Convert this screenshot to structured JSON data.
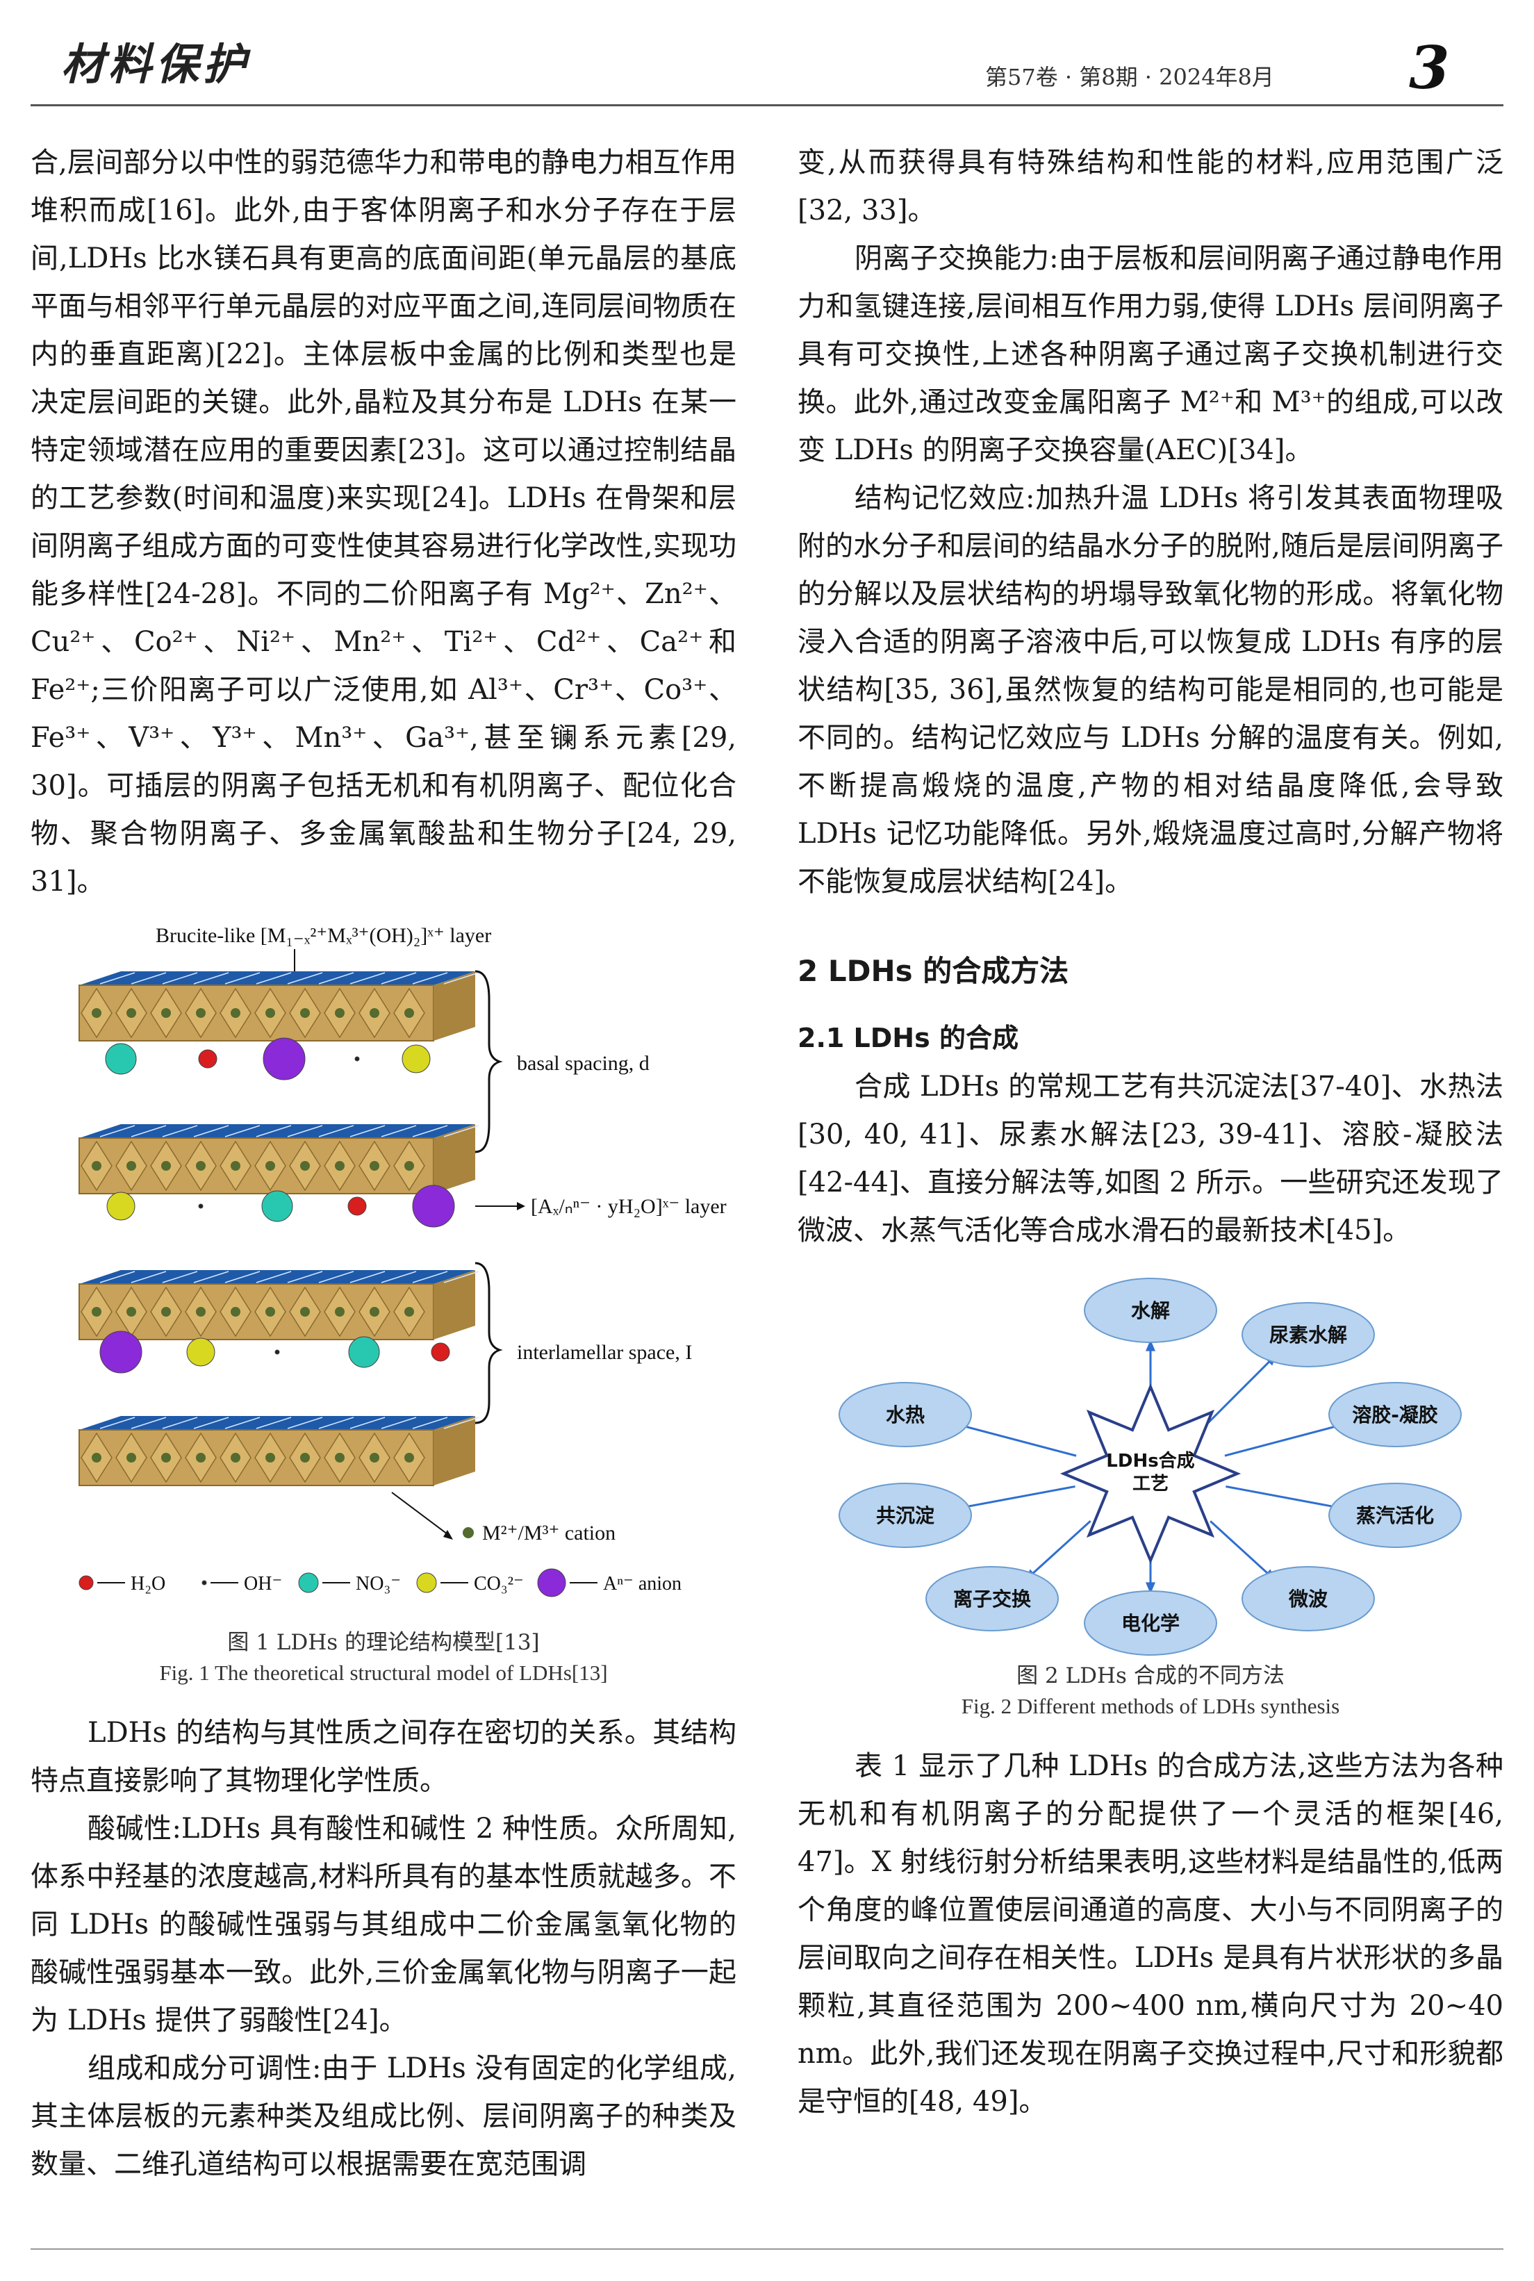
{
  "header": {
    "journal_logo": "材料保护",
    "issue": "第57卷 · 第8期 · 2024年8月",
    "page_number": "3"
  },
  "left": {
    "p1": "合,层间部分以中性的弱范德华力和带电的静电力相互作用堆积而成[16]。此外,由于客体阴离子和水分子存在于层间,LDHs 比水镁石具有更高的底面间距(单元晶层的基底平面与相邻平行单元晶层的对应平面之间,连同层间物质在内的垂直距离)[22]。主体层板中金属的比例和类型也是决定层间距的关键。此外,晶粒及其分布是 LDHs 在某一特定领域潜在应用的重要因素[23]。这可以通过控制结晶的工艺参数(时间和温度)来实现[24]。LDHs 在骨架和层间阴离子组成方面的可变性使其容易进行化学改性,实现功能多样性[24-28]。不同的二价阳离子有 Mg²⁺、Zn²⁺、Cu²⁺、Co²⁺、Ni²⁺、Mn²⁺、Ti²⁺、Cd²⁺、Ca²⁺和 Fe²⁺;三价阳离子可以广泛使用,如 Al³⁺、Cr³⁺、Co³⁺、Fe³⁺、V³⁺、Y³⁺、Mn³⁺、Ga³⁺,甚至镧系元素[29, 30]。可插层的阴离子包括无机和有机阴离子、配位化合物、聚合物阴离子、多金属氧酸盐和生物分子[24, 29, 31]。",
    "fig1": {
      "title_line": "Brucite-like [M₁₋ₓ²⁺Mₓ³⁺(OH)₂]ˣ⁺ layer",
      "basal": "basal spacing, d",
      "anion_layer": "[Aₓ/ₙⁿ⁻ · yH₂O]ˣ⁻  layer",
      "interlamellar": "interlamellar space, I",
      "cation": "M²⁺/M³⁺ cation",
      "legend": [
        "H₂O",
        "OH⁻",
        "NO₃⁻",
        "CO₃²⁻",
        "Aⁿ⁻ anion"
      ],
      "caption_cn": "图 1   LDHs 的理论结构模型[13]",
      "caption_en": "Fig. 1   The theoretical structural model of LDHs[13]"
    },
    "p2": "LDHs 的结构与其性质之间存在密切的关系。其结构特点直接影响了其物理化学性质。",
    "p3": "酸碱性:LDHs 具有酸性和碱性 2 种性质。众所周知,体系中羟基的浓度越高,材料所具有的基本性质就越多。不同 LDHs 的酸碱性强弱与其组成中二价金属氢氧化物的酸碱性强弱基本一致。此外,三价金属氧化物与阴离子一起为 LDHs 提供了弱酸性[24]。",
    "p4": "组成和成分可调性:由于 LDHs 没有固定的化学组成,其主体层板的元素种类及组成比例、层间阴离子的种类及数量、二维孔道结构可以根据需要在宽范围调"
  },
  "right": {
    "p1": "变,从而获得具有特殊结构和性能的材料,应用范围广泛[32, 33]。",
    "p2": "阴离子交换能力:由于层板和层间阴离子通过静电作用力和氢键连接,层间相互作用力弱,使得 LDHs 层间阴离子具有可交换性,上述各种阴离子通过离子交换机制进行交换。此外,通过改变金属阳离子 M²⁺和 M³⁺的组成,可以改变 LDHs 的阴离子交换容量(AEC)[34]。",
    "p3": "结构记忆效应:加热升温 LDHs 将引发其表面物理吸附的水分子和层间的结晶水分子的脱附,随后是层间阴离子的分解以及层状结构的坍塌导致氧化物的形成。将氧化物浸入合适的阴离子溶液中后,可以恢复成 LDHs 有序的层状结构[35, 36],虽然恢复的结构可能是相同的,也可能是不同的。结构记忆效应与 LDHs 分解的温度有关。例如,不断提高煅烧的温度,产物的相对结晶度降低,会导致 LDHs 记忆功能降低。另外,煅烧温度过高时,分解产物将不能恢复成层状结构[24]。",
    "sec2": "2   LDHs 的合成方法",
    "sec21": "2.1   LDHs 的合成",
    "p4": "合成 LDHs 的常规工艺有共沉淀法[37-40]、水热法[30, 40, 41]、尿素水解法[23, 39-41]、溶胶-凝胶法[42-44]、直接分解法等,如图 2 所示。一些研究还发现了微波、水蒸气活化等合成水滑石的最新技术[45]。",
    "fig2": {
      "center": [
        "LDHs合成",
        "工艺"
      ],
      "nodes": [
        "水解",
        "尿素水解",
        "溶胶-凝胶",
        "蒸汽活化",
        "微波",
        "电化学",
        "离子交换",
        "共沉淀",
        "水热"
      ],
      "caption_cn": "图 2   LDHs 合成的不同方法",
      "caption_en": "Fig. 2   Different methods of LDHs synthesis"
    },
    "p5": "表 1 显示了几种 LDHs 的合成方法,这些方法为各种无机和有机阴离子的分配提供了一个灵活的框架[46, 47]。X 射线衍射分析结果表明,这些材料是结晶性的,低两个角度的峰位置使层间通道的高度、大小与不同阴离子的层间取向之间存在相关性。LDHs 是具有片状形状的多晶颗粒,其直径范围为 200~400 nm,横向尺寸为 20~40 nm。此外,我们还发现在阴离子交换过程中,尺寸和形貌都是守恒的[48, 49]。"
  },
  "colors": {
    "bubble": "#b8d4f0",
    "bubble_stroke": "#6a9cd0",
    "arrow": "#2f6fd0",
    "layer_top": "#1e5aa8",
    "layer_side": "#c8a25a",
    "h2o": "#d81e1e",
    "oh": "#222222",
    "no3": "#28c8b0",
    "co3": "#d8d820",
    "anion": "#8a2ad8"
  }
}
